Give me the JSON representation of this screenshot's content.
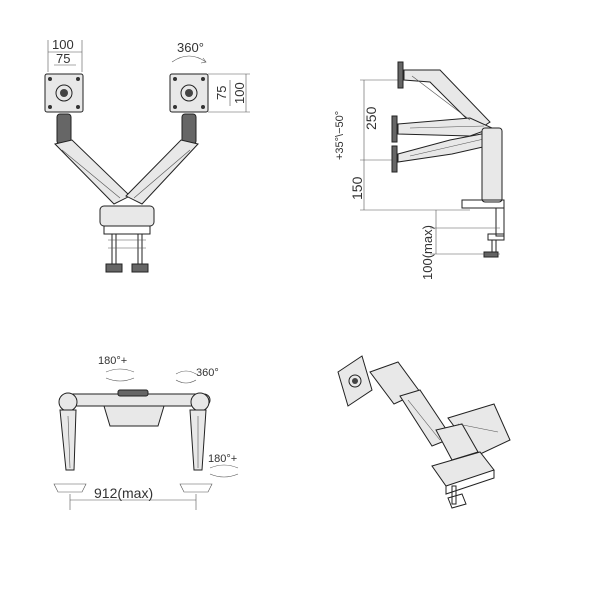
{
  "front_view": {
    "dim_vesa_width_100": "100",
    "dim_vesa_width_75": "75",
    "dim_rotation": "360°",
    "dim_vesa_height_75": "75",
    "dim_vesa_height_100": "100"
  },
  "side_view": {
    "dim_tilt": "+35°\\−50°",
    "dim_height_250": "250",
    "dim_height_150": "150",
    "dim_desk_thickness": "100(max)"
  },
  "top_view": {
    "dim_swivel_left": "180°+",
    "dim_rotate": "360°",
    "dim_swivel_right": "180°+",
    "dim_reach": "912(max)"
  },
  "iso_view": {}
}
